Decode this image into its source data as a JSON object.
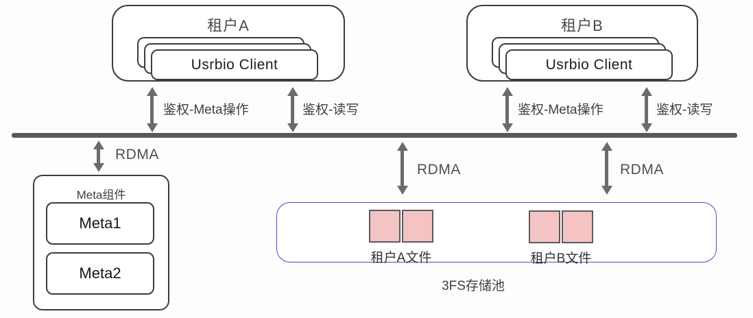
{
  "tenants": {
    "a": {
      "title": "租户A",
      "client": "Usrbio Client"
    },
    "b": {
      "title": "租户B",
      "client": "Usrbio Client"
    }
  },
  "connections": {
    "a_meta": "鉴权-Meta操作",
    "a_rw": "鉴权-读写",
    "b_meta": "鉴权-Meta操作",
    "b_rw": "鉴权-读写",
    "rdma_meta": "RDMA",
    "rdma_pool_a": "RDMA",
    "rdma_pool_b": "RDMA"
  },
  "meta_component": {
    "title": "Meta组件",
    "nodes": [
      "Meta1",
      "Meta2"
    ]
  },
  "storage_pool": {
    "caption": "3FS存储池",
    "groups": [
      {
        "label": "租户A文件"
      },
      {
        "label": "租户B文件"
      }
    ]
  },
  "colors": {
    "line": "#595959",
    "arrow": "#6b6b6b",
    "box-border": "#3c3c3c",
    "pool-border": "#4051c6",
    "file-fill": "#f4c3c3",
    "file-border": "#5a5a5a",
    "text": "#3f3f3f"
  }
}
